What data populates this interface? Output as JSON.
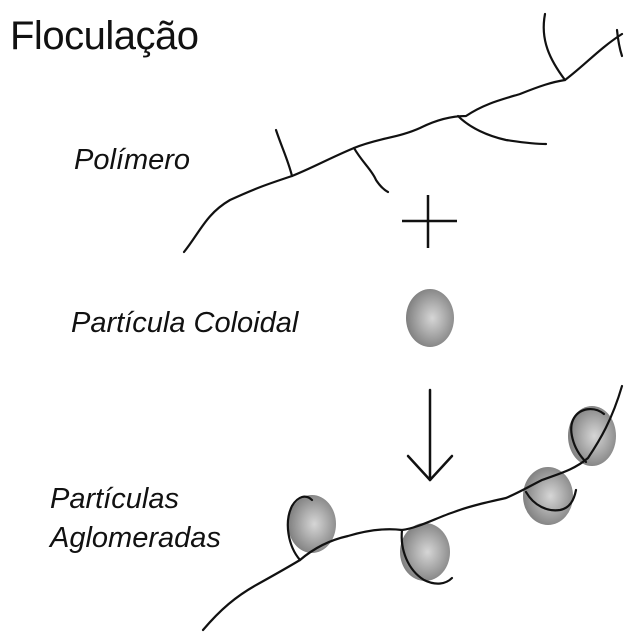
{
  "title": "Floculação",
  "labels": {
    "polymer": "Polímero",
    "colloid": "Partícula Coloidal",
    "agglomerated_line1": "Partículas",
    "agglomerated_line2": "Aglomeradas"
  },
  "colors": {
    "line": "#111111",
    "particle_fill": "#8a8a8a",
    "particle_highlight": "#cfcfcf"
  }
}
